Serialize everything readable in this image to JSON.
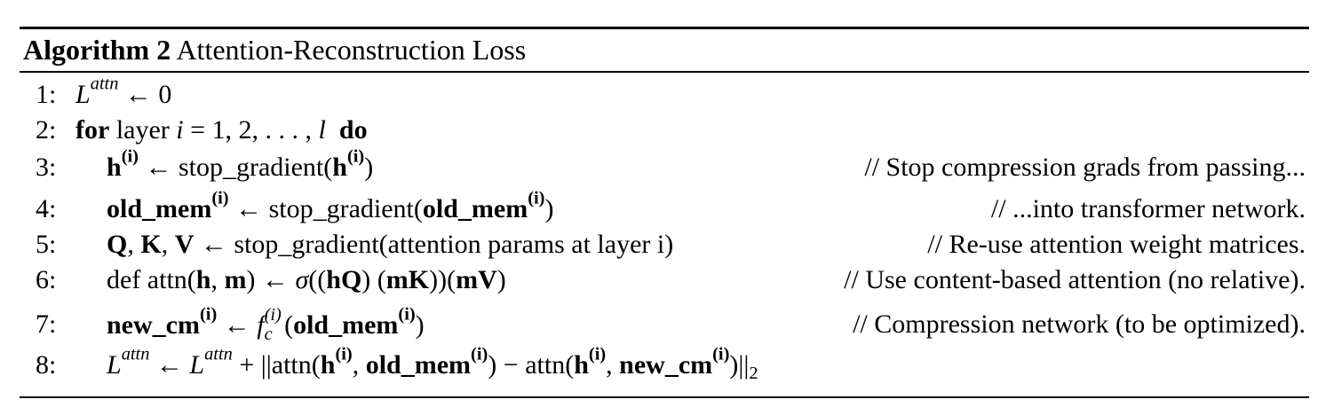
{
  "header": {
    "alg_name": "Algorithm 2",
    "alg_title": "Attention-Reconstruction Loss"
  },
  "lines": [
    {
      "num": "1:",
      "comment": ""
    },
    {
      "num": "2:",
      "comment": ""
    },
    {
      "num": "3:",
      "comment": "// Stop compression grads from passing..."
    },
    {
      "num": "4:",
      "comment": "// ...into transformer network."
    },
    {
      "num": "5:",
      "comment": "// Re-use attention weight matrices."
    },
    {
      "num": "6:",
      "comment": "// Use content-based attention (no relative)."
    },
    {
      "num": "7:",
      "comment": "// Compression network (to be optimized)."
    },
    {
      "num": "8:",
      "comment": ""
    }
  ],
  "tokens": {
    "for": "for",
    "do": "do",
    "layer": "layer",
    "stop_gradient": "stop_gradient",
    "old_mem": "old_mem",
    "new_cm": "new_cm",
    "attention_params": "attention params at layer i",
    "def_attn": "def attn",
    "attn": "attn"
  }
}
